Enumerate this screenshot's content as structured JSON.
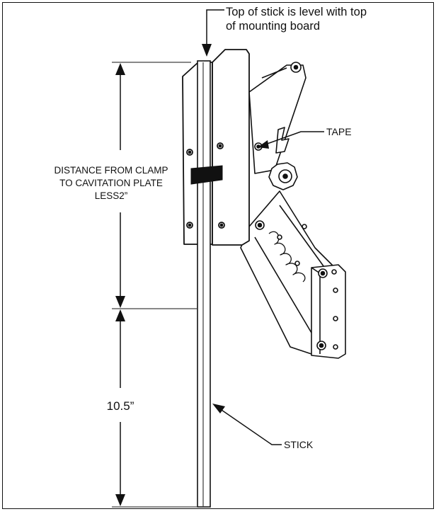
{
  "labels": {
    "top_line1": "Top of stick is level with top",
    "top_line2": "of mounting board",
    "tape": "TAPE",
    "distance_line1": "DISTANCE FROM CLAMP",
    "distance_line2": "TO CAVITATION PLATE",
    "distance_line3": "LESS2”",
    "measure_lower": "10.5”",
    "stick": "STICK"
  },
  "colors": {
    "ink": "#111111",
    "background": "#ffffff",
    "tape": "#111111"
  }
}
